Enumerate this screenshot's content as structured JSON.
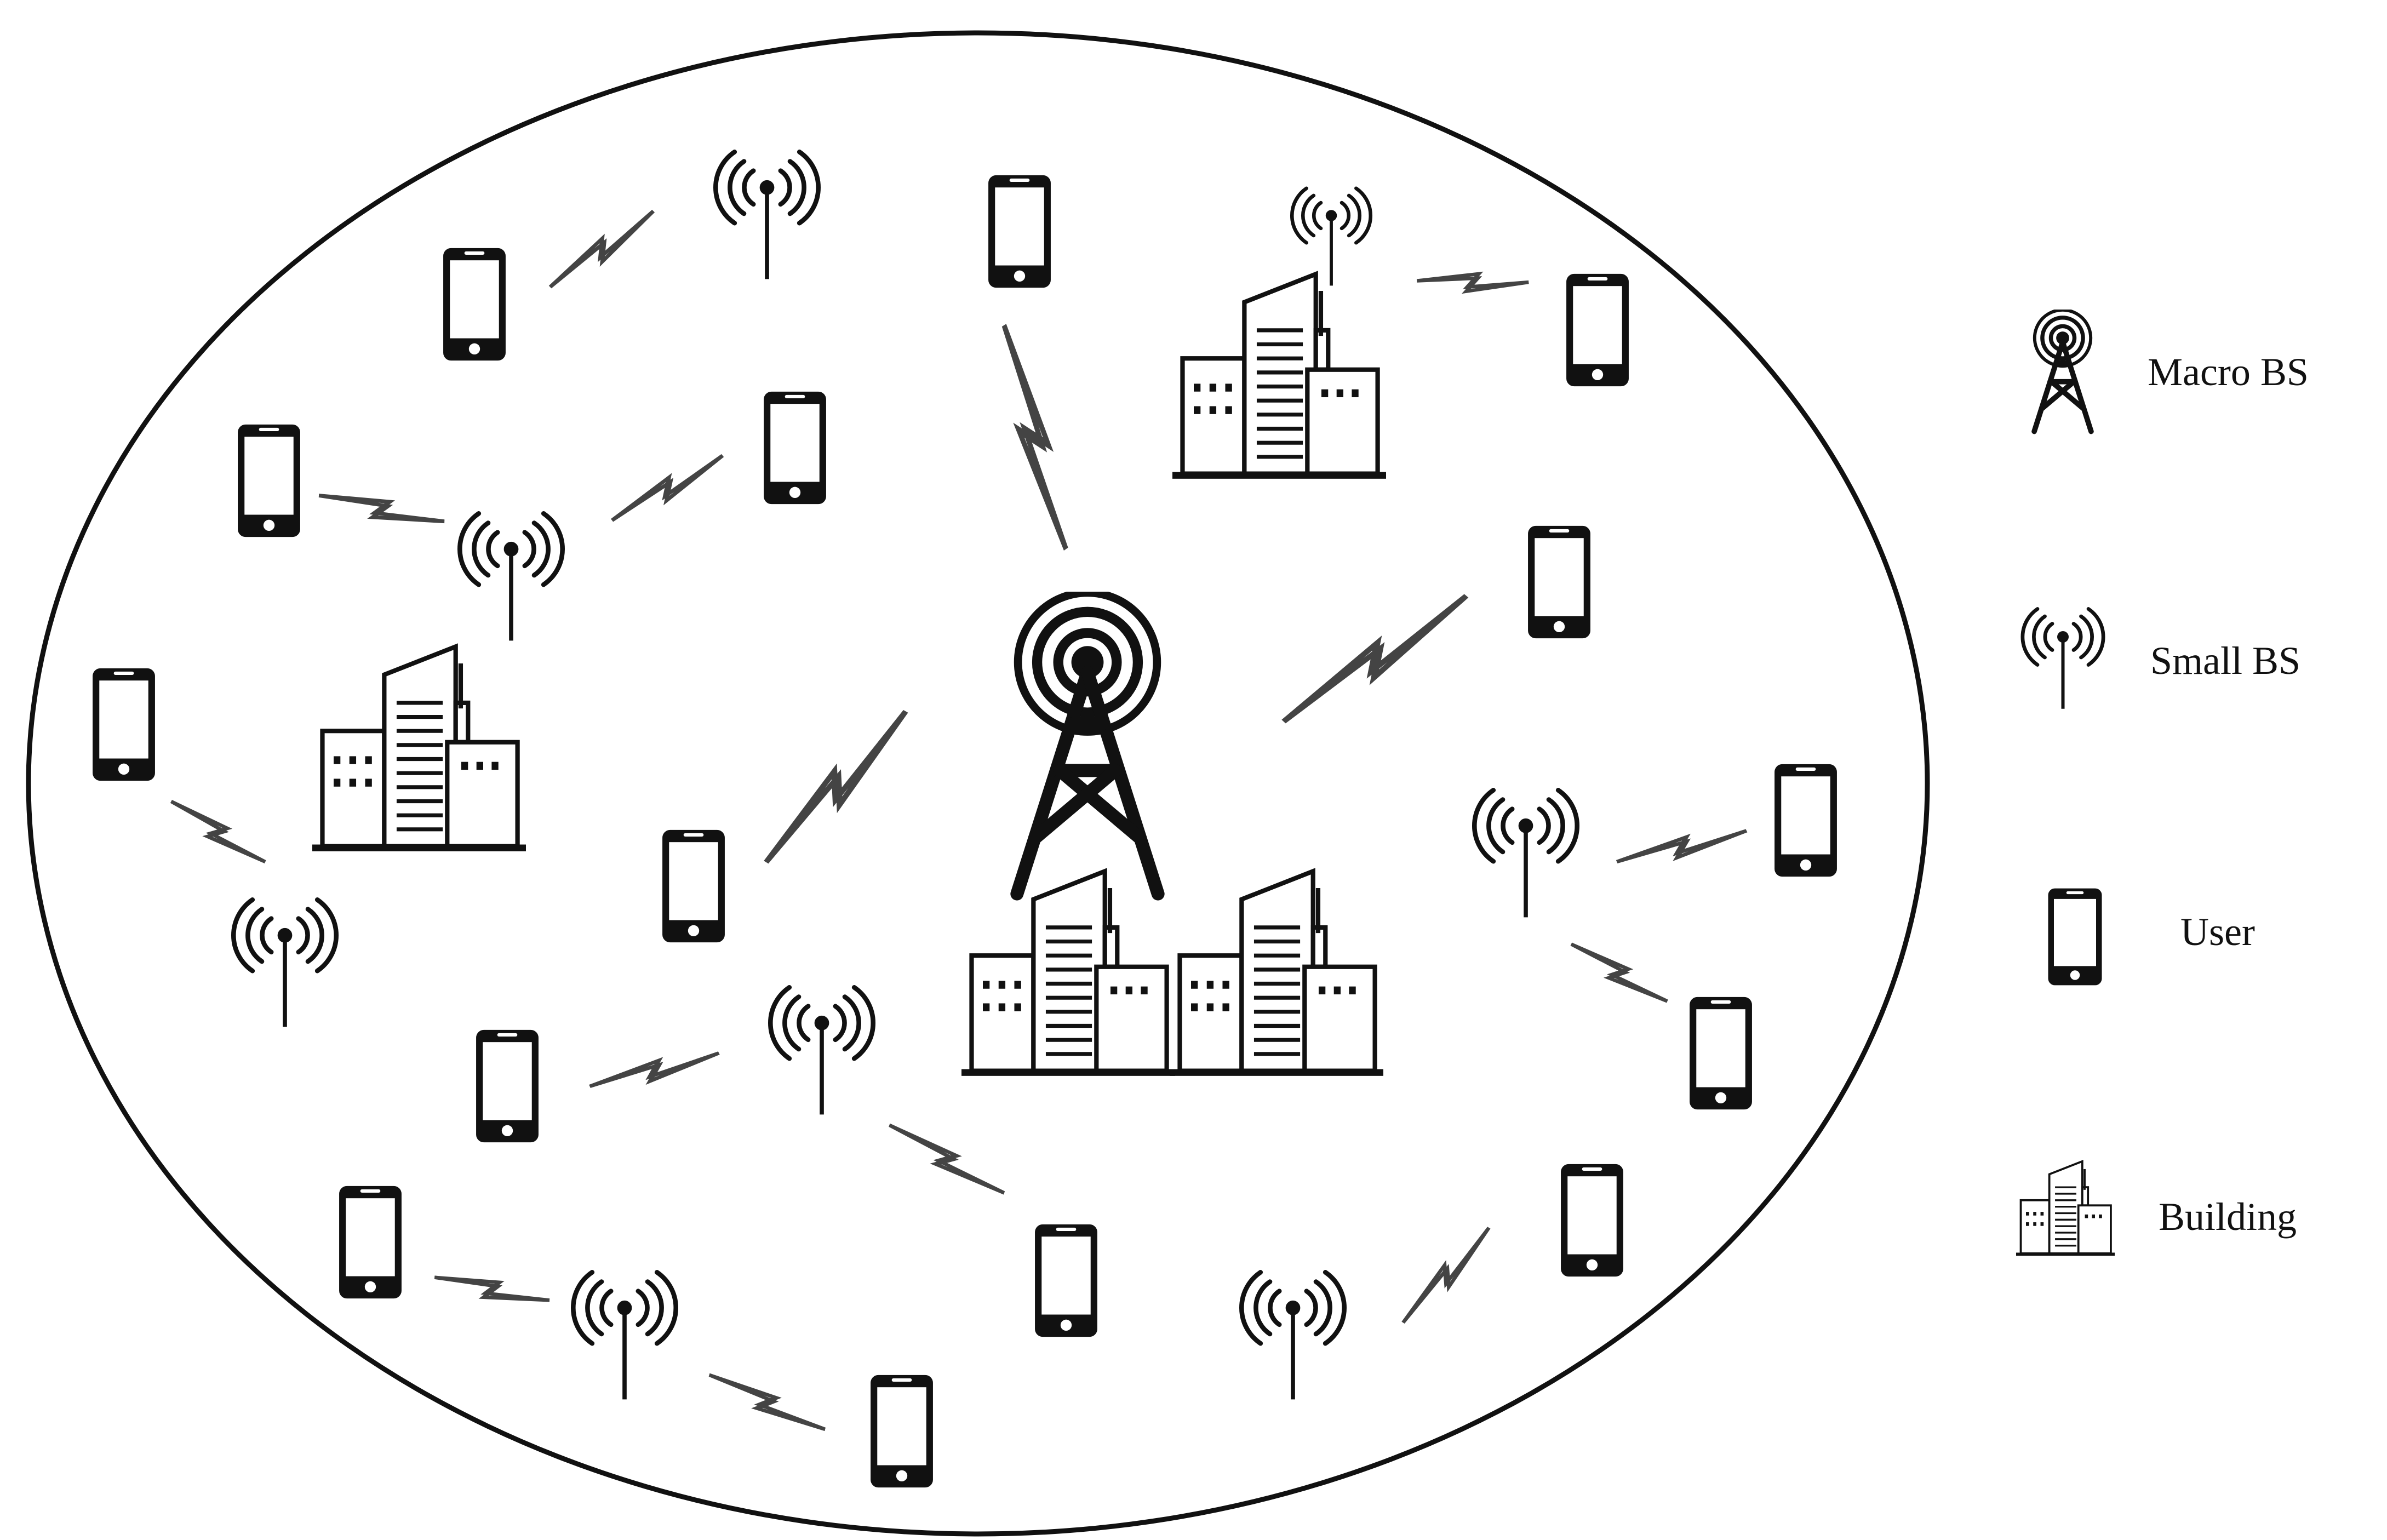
{
  "legend": {
    "items": [
      {
        "key": "macro",
        "label": "Macro BS",
        "icon": "macro-bs-icon"
      },
      {
        "key": "small",
        "label": "Small BS",
        "icon": "small-bs-icon"
      },
      {
        "key": "user",
        "label": "User",
        "icon": "user-phone-icon"
      },
      {
        "key": "building",
        "label": "Building",
        "icon": "building-icon"
      }
    ]
  },
  "colors": {
    "stroke": "#111111",
    "link": "#444444",
    "background": "#ffffff"
  }
}
